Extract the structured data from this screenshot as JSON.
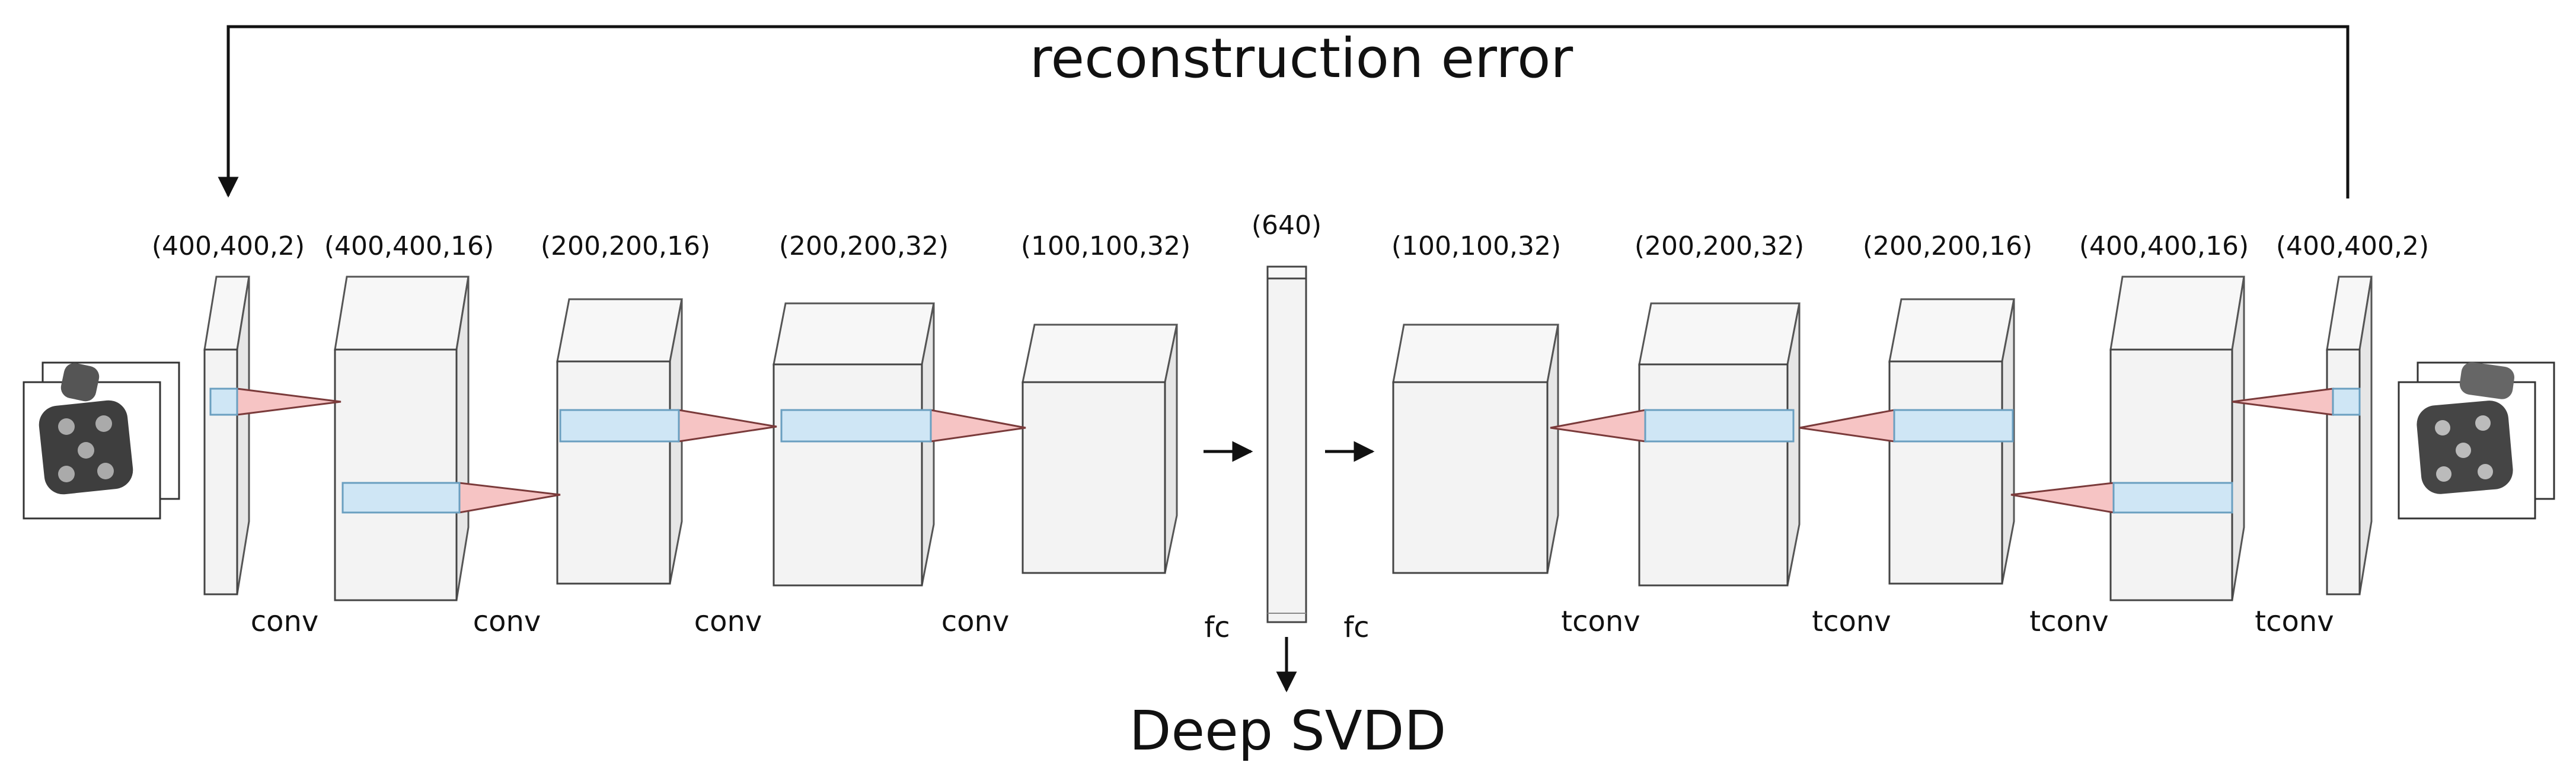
{
  "title": "reconstruction error",
  "output_label": "Deep SVDD",
  "dims": {
    "input": "(400,400,2)",
    "enc1": "(400,400,16)",
    "enc2": "(200,200,16)",
    "enc3": "(200,200,32)",
    "enc4": "(100,100,32)",
    "latent": "(640)",
    "dec1": "(100,100,32)",
    "dec2": "(200,200,32)",
    "dec3": "(200,200,16)",
    "dec4": "(400,400,16)",
    "output": "(400,400,2)"
  },
  "ops": {
    "enc_conv1": "conv",
    "enc_conv2": "conv",
    "enc_conv3": "conv",
    "enc_conv4": "conv",
    "fc_in": "fc",
    "fc_out": "fc",
    "dec_tconv1": "tconv",
    "dec_tconv2": "tconv",
    "dec_tconv3": "tconv",
    "dec_tconv4": "tconv"
  },
  "colors": {
    "layer_face": "#f3f3f3",
    "layer_edge": "#444444",
    "kernel_fill": "#cfe6f5",
    "kernel_edge": "#6a9fc0",
    "cone_fill": "#f6c4c4",
    "cone_edge": "#7a3a3a",
    "arrow": "#111111"
  },
  "icons": {
    "input_image": "dice-image-icon",
    "output_image": "dice-image-icon"
  }
}
